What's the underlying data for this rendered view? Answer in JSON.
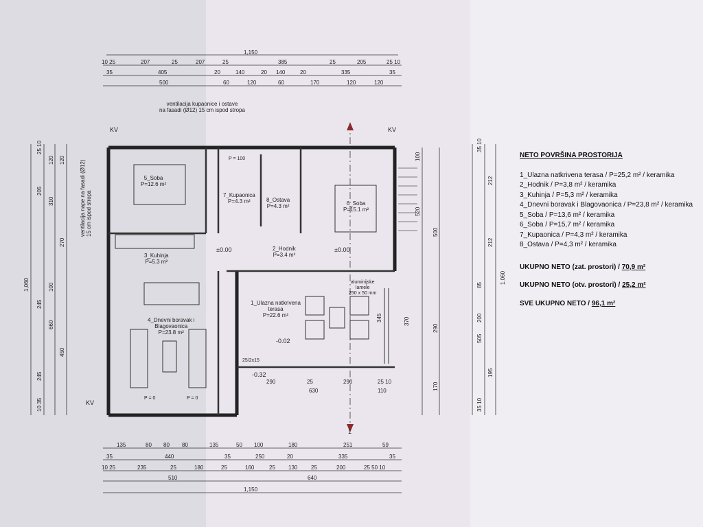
{
  "legend": {
    "title": "NETO POVRŠINA PROSTORIJA",
    "items": [
      "1_Ulazna natkrivena terasa / P=25,2 m² / keramika",
      "2_Hodnik / P=3,8 m² / keramika",
      "3_Kuhinja / P=5,3 m² / keramika",
      "4_Dnevni boravak i Blagovaonica / P=23,8 m² / keramika",
      "5_Soba / P=13,6 m² / keramika",
      "6_Soba / P=15,7 m² / keramika",
      "7_Kupaonica / P=4,3 m² / keramika",
      "8_Ostava / P=4,3 m² / keramika"
    ],
    "totals": [
      {
        "label": "UKUPNO NETO (zat. prostori) / ",
        "value": "70,9 m²"
      },
      {
        "label": "UKUPNO NETO (otv. prostori) / ",
        "value": "25,2 m²"
      },
      {
        "label": "SVE UKUPNO NETO / ",
        "value": "96,1 m²"
      }
    ]
  },
  "rooms": {
    "soba5": [
      "5_Soba",
      "P=12.6 m²"
    ],
    "soba6": [
      "6_Soba",
      "P=15.1 m²"
    ],
    "kupaonica": [
      "7_Kupaonica",
      "P=4.3 m²"
    ],
    "ostava": [
      "8_Ostava",
      "P=4.3 m²"
    ],
    "kuhinja": [
      "3_Kuhinja",
      "P=5.3 m²"
    ],
    "hodnik": [
      "2_Hodnik",
      "P=3.4 m²"
    ],
    "boravak": [
      "4_Dnevni boravak i",
      "Blagovaonica",
      "P=23.8 m²"
    ],
    "terasa": [
      "1_Ulazna natkrivena",
      "terasa",
      "P=22.6 m²"
    ],
    "lamele": [
      "aluminijske",
      "lamele",
      "250 x 50 mm"
    ]
  },
  "annotations": {
    "ventilation_top": [
      "ventilacija kupaonice i ostave",
      "na fasadi (Ø12) 15 cm ispod stropa"
    ],
    "ventilation_left": [
      "ventilacija nape na fasadi (Ø12)",
      "15 cm ispod stropa"
    ],
    "kv": "KV",
    "section": "1",
    "levels": [
      "±0.00",
      "±0.00",
      "-0.02",
      "-0.32"
    ],
    "stair": "25/2x15",
    "door_p100": "P = 100",
    "p0": "P = 0"
  },
  "dims": {
    "top_total": "1,150",
    "top_row1": [
      "10 25",
      "207",
      "25",
      "207",
      "25",
      "385",
      "25",
      "205",
      "25 10"
    ],
    "top_row2": [
      "35",
      "405",
      "20",
      "140",
      "20",
      "140",
      "20",
      "335",
      "35"
    ],
    "top_row3": [
      "500",
      "60",
      "120",
      "60",
      "170",
      "120",
      "120"
    ],
    "bottom_row1": [
      "135",
      "80",
      "80",
      "80",
      "135",
      "50",
      "100",
      "180",
      "251",
      "59"
    ],
    "bottom_row2": [
      "35",
      "440",
      "35",
      "250",
      "20",
      "335",
      "35"
    ],
    "bottom_row3": [
      "10 25",
      "235",
      "25",
      "180",
      "25",
      "160",
      "25",
      "130",
      "25",
      "200",
      "25 50 10"
    ],
    "bottom_row4": [
      "510",
      "640"
    ],
    "bottom_total": "1,150",
    "left_total": "1,060",
    "left_col1": [
      "25 10",
      "205",
      "245",
      "245",
      "10 35"
    ],
    "left_col2": [
      "120",
      "310",
      "100",
      "660"
    ],
    "left_col3": [
      "120",
      "270",
      "450"
    ],
    "right_col1": [
      "100",
      "520",
      "500",
      "290",
      "170"
    ],
    "right_col2": [
      "35 10",
      "212",
      "212",
      "85",
      "200",
      "505",
      "195",
      "35 10"
    ],
    "right_total": "1,060",
    "terrace_dims": [
      "290",
      "25",
      "290",
      "25 10",
      "630",
      "110"
    ],
    "terrace_v": [
      "345",
      "370"
    ]
  }
}
